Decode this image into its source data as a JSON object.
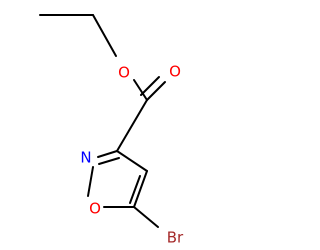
{
  "molecule": {
    "atoms": [
      {
        "symbol": "O",
        "color": "#ff0000"
      },
      {
        "symbol": "O",
        "color": "#ff0000"
      },
      {
        "symbol": "N",
        "color": "#0000ff"
      },
      {
        "symbol": "O",
        "color": "#ff0000"
      },
      {
        "symbol": "Br",
        "color": "#a52a2a"
      }
    ],
    "bond_color": "#000000"
  }
}
